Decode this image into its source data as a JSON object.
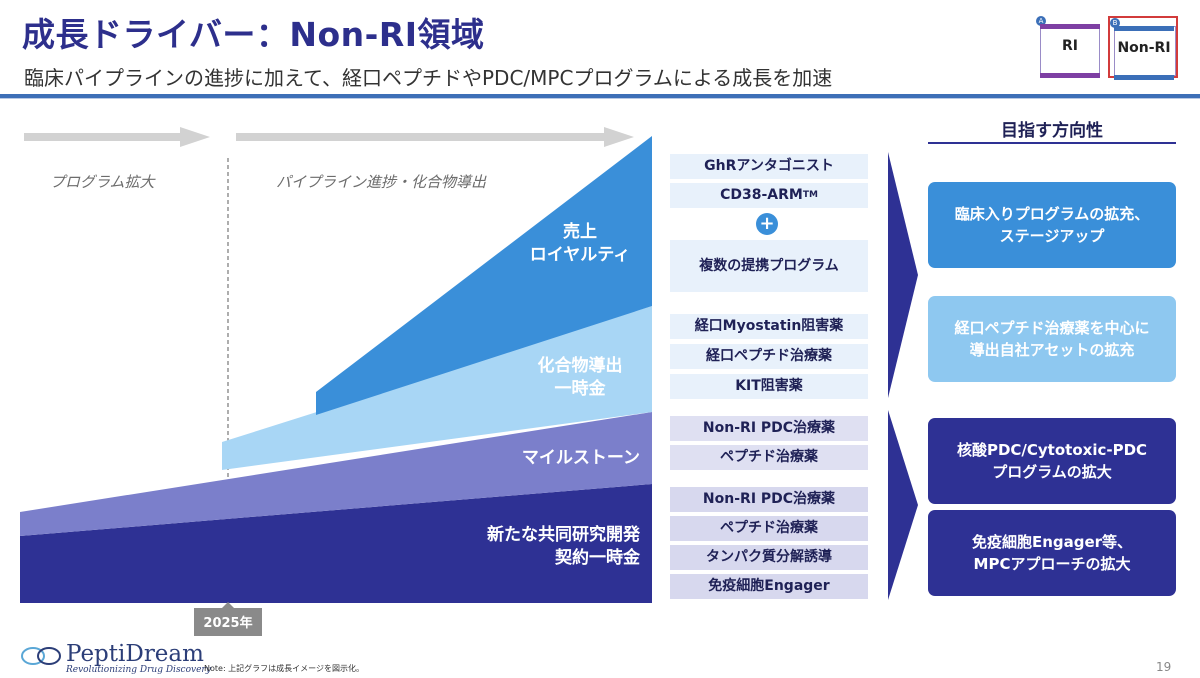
{
  "header": {
    "title": "成長ドライバー：Non-RI領域",
    "subtitle": "臨床パイプラインの進捗に加えて、経口ペプチドやPDC/MPCプログラムによる成長を加速"
  },
  "badges": [
    {
      "tag": "A",
      "label": "RI",
      "band_color": "#7e3fa3"
    },
    {
      "tag": "B",
      "label": "Non-RI",
      "band_color": "#3b6fb8"
    }
  ],
  "phases": {
    "left": "プログラム拡大",
    "right": "パイプライン進捗・化合物導出"
  },
  "year_label": "2025年",
  "zones": {
    "sales_line1": "売上",
    "sales_line2": "ロイヤルティ",
    "compound_line1": "化合物導出",
    "compound_line2": "一時金",
    "milestone": "マイルストーン",
    "contract_line1": "新たな共同研究開発",
    "contract_line2": "契約一時金"
  },
  "programs": {
    "sales": [
      "GhRアンタゴニスト",
      "CD38-ARM",
      "複数の提携プログラム"
    ],
    "trademark": "TM",
    "plus": "+",
    "compound": [
      "経口Myostatin阻害薬",
      "経口ペプチド治療薬",
      "KIT阻害薬"
    ],
    "milestone": [
      "Non-RI PDC治療薬",
      "ペプチド治療薬"
    ],
    "contract": [
      "Non-RI PDC治療薬",
      "ペプチド治療薬",
      "タンパク質分解誘導",
      "免疫細胞Engager"
    ]
  },
  "direction": {
    "heading": "目指す方向性",
    "items": [
      {
        "line1": "臨床入りプログラムの拡充、",
        "line2": "ステージアップ",
        "color": "#3a8fd9"
      },
      {
        "line1": "経口ペプチド治療薬を中心に",
        "line2": "導出自社アセットの拡充",
        "color": "#8ec8f0"
      },
      {
        "line1": "核酸PDC/Cytotoxic-PDC",
        "line2": "プログラムの拡大",
        "color": "#2e3194"
      },
      {
        "line1": "免疫細胞Engager等、",
        "line2": "MPCアプローチの拡大",
        "color": "#2e3194"
      }
    ]
  },
  "footer": {
    "note": "Note: 上記グラフは成長イメージを図示化。",
    "page": "19",
    "logo_name": "PeptiDream",
    "logo_tagline": "Revolutionizing Drug Discovery"
  },
  "colors": {
    "navy": "#2e3194",
    "purple": "#7b7fcb",
    "lightblue": "#a8d6f5",
    "blue": "#3a8fd9"
  }
}
